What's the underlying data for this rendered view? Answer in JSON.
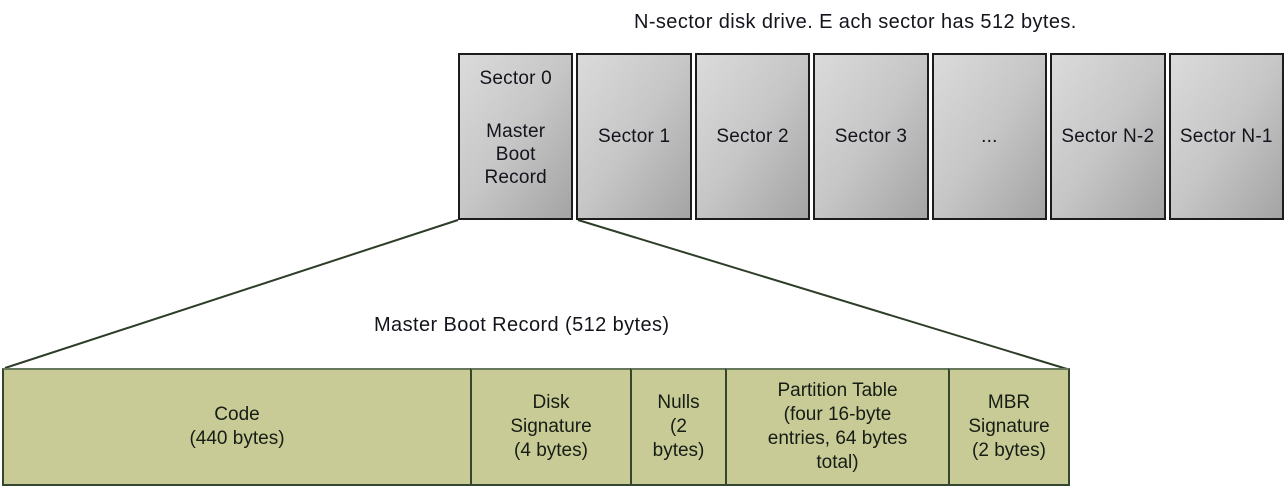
{
  "title": "N-sector disk drive. E ach sector has 512 bytes.",
  "disk_row": {
    "sectors": [
      {
        "label": "Sector 0",
        "sublabel": "Master\nBoot\nRecord"
      },
      {
        "label": "Sector 1"
      },
      {
        "label": "Sector 2"
      },
      {
        "label": "Sector 3"
      },
      {
        "label": "..."
      },
      {
        "label": "Sector N-2"
      },
      {
        "label": "Sector N-1"
      }
    ]
  },
  "mbr": {
    "caption": "Master Boot Record (512 bytes)",
    "cells": [
      {
        "name": "code",
        "label": "Code\n(440 bytes)"
      },
      {
        "name": "disk-signature",
        "label": "Disk\nSignature\n(4 bytes)"
      },
      {
        "name": "nulls",
        "label": "Nulls\n(2\nbytes)"
      },
      {
        "name": "partition-table",
        "label": "Partition Table\n(four 16-byte\nentries, 64 bytes\ntotal)"
      },
      {
        "name": "mbr-signature",
        "label": "MBR\nSignature\n(2 bytes)"
      }
    ]
  },
  "colors": {
    "sector_fill_light": "#dbdbdb",
    "sector_fill_dark": "#a4a4a4",
    "sector_border": "#1c1c1c",
    "mbr_fill": "#c9cb97",
    "mbr_border": "#35452e",
    "connector_line": "#2e3d28",
    "text": "#14141c"
  }
}
